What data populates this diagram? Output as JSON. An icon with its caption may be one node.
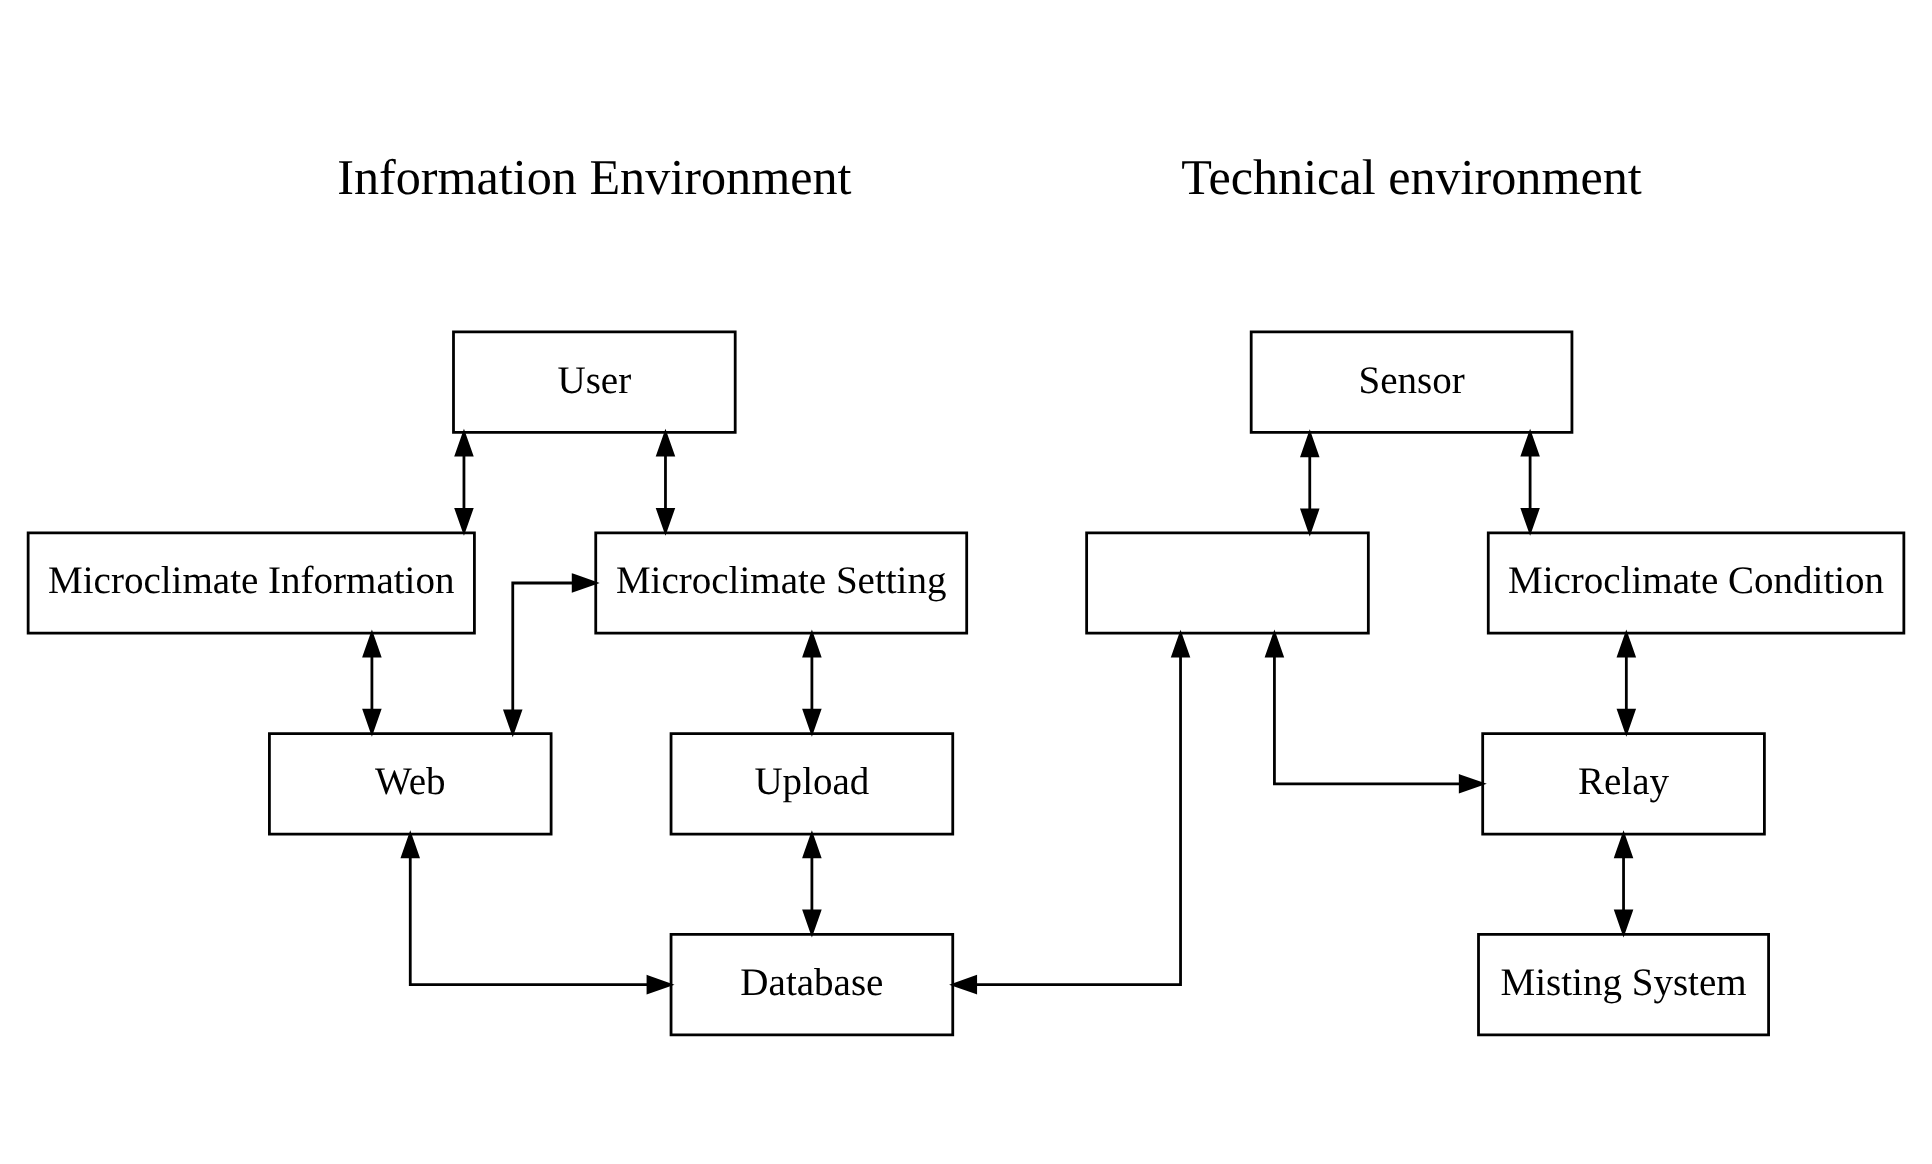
{
  "diagram": {
    "nodes": [
      {
        "text": [
          "User"
        ]
      },
      {
        "text": [
          "Microclimate Information"
        ]
      },
      {
        "text": [
          "Microclimate Setting"
        ]
      },
      {
        "text": [
          "Web"
        ]
      },
      {
        "text": [
          "Upload"
        ]
      },
      {
        "text": [
          "Database"
        ]
      },
      {
        "text": [],
        "shape": "box"
      },
      {
        "text": [
          "Sensor"
        ]
      },
      {
        "text": [
          "Microclimate Condition"
        ]
      },
      {
        "text": [
          "Relay"
        ]
      },
      {
        "text": [
          "Misting System"
        ]
      }
    ],
    "edges": [
      {
        "from": 0,
        "to": 1,
        "arrow": "both"
      },
      {
        "from": 0,
        "to": 2,
        "arrow": "both"
      },
      {
        "from": 1,
        "to": 3,
        "arrow": "both"
      },
      {
        "from": 2,
        "to": 3,
        "arrow": "both"
      },
      {
        "from": 2,
        "to": 4,
        "arrow": "both"
      },
      {
        "from": 3,
        "to": 5,
        "arrow": "both"
      },
      {
        "from": 4,
        "to": 5,
        "arrow": "both"
      },
      {
        "from": 5,
        "to": 6,
        "arrow": "both"
      },
      {
        "from": 6,
        "to": 7,
        "arrow": "both"
      },
      {
        "from": 6,
        "to": 9,
        "arrow": "both"
      },
      {
        "from": 7,
        "to": 8,
        "arrow": "both"
      },
      {
        "from": 8,
        "to": 9,
        "arrow": "both"
      },
      {
        "from": 9,
        "to": 10,
        "arrow": "both"
      }
    ],
    "labels": [
      "Information Environment",
      "Technical environment"
    ]
  }
}
